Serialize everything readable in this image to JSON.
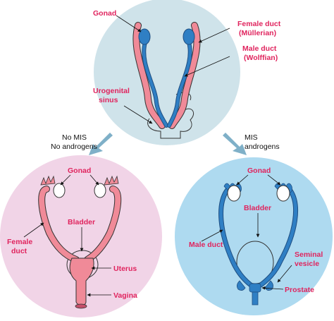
{
  "top": {
    "labels": {
      "gonad": "Gonad",
      "female_duct_line1": "Female duct",
      "female_duct_line2": "(Müllerian)",
      "male_duct_line1": "Male duct",
      "male_duct_line2": "(Wolffian)",
      "urogenital_line1": "Urogenital",
      "urogenital_line2": "sinus"
    }
  },
  "arrows": {
    "left_line1": "No MIS",
    "left_line2": "No androgens",
    "right_line1": "MIS",
    "right_line2": "androgens"
  },
  "female": {
    "labels": {
      "gonad": "Gonad",
      "bladder": "Bladder",
      "female_duct_line1": "Female",
      "female_duct_line2": "duct",
      "uterus": "Uterus",
      "vagina": "Vagina"
    }
  },
  "male": {
    "labels": {
      "gonad": "Gonad",
      "bladder": "Bladder",
      "male_duct": "Male duct",
      "seminal_line1": "Seminal",
      "seminal_line2": "vesicle",
      "prostate": "Prostate"
    }
  },
  "colors": {
    "top_circle": "#cfe3ea",
    "female_circle": "#f1d4e7",
    "male_circle": "#aedaf0",
    "pink_duct": "#f08a98",
    "blue_duct": "#2f7fc4",
    "label_red": "#e0245e",
    "arrow": "#7fb0c8"
  }
}
